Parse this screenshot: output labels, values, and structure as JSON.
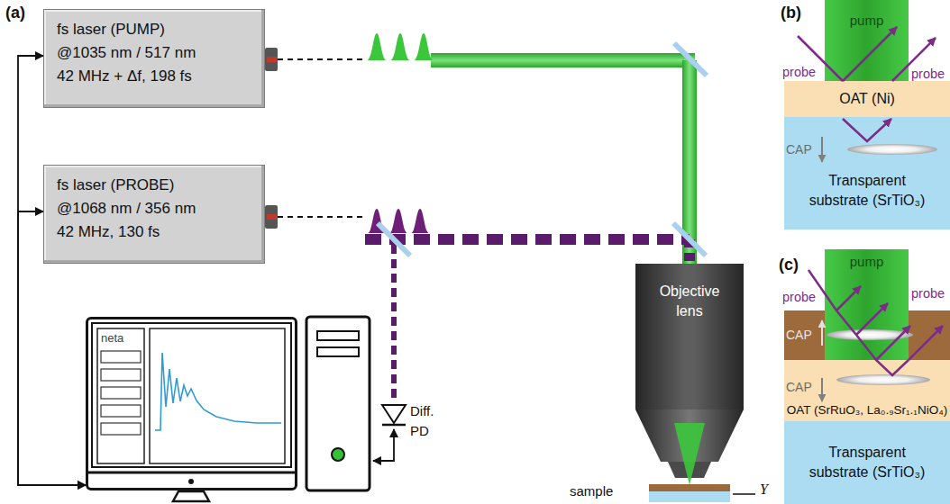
{
  "diagram": {
    "nodes": [
      {
        "text": [
          "fs laser (PUMP)",
          "@1035 nm / 517 nm",
          "42 MHz + Δf, 198 fs"
        ]
      },
      {
        "text": [
          "fs laser (PROBE)",
          "@1068 nm / 356 nm",
          "42 MHz, 130 fs"
        ]
      },
      {
        "text": [
          "neta"
        ]
      },
      {
        "text": [
          "Objective lens"
        ]
      },
      {
        "text": [
          "pump"
        ]
      },
      {
        "text": [
          "OAT (Ni)"
        ]
      },
      {
        "text": [
          "Transparent substrate (SrTiO₃)"
        ]
      },
      {
        "text": [
          "pump"
        ]
      },
      {
        "text": [
          "OAT (SrRuO₃, La₀.₉Sr₁.₁NiO₄)"
        ]
      },
      {
        "text": [
          "Transparent substrate (SrTiO₃)"
        ]
      }
    ],
    "edges": [
      {
        "from": 2,
        "to": 0,
        "arrow": "both"
      },
      {
        "from": 2,
        "to": 1,
        "arrow": "both"
      }
    ],
    "labels": [
      "(a)",
      "Diff. PD",
      "sample",
      "Y",
      "(b)",
      "probe",
      "probe",
      "CAP",
      "(c)",
      "probe",
      "probe",
      "CAP",
      "CAP"
    ]
  }
}
